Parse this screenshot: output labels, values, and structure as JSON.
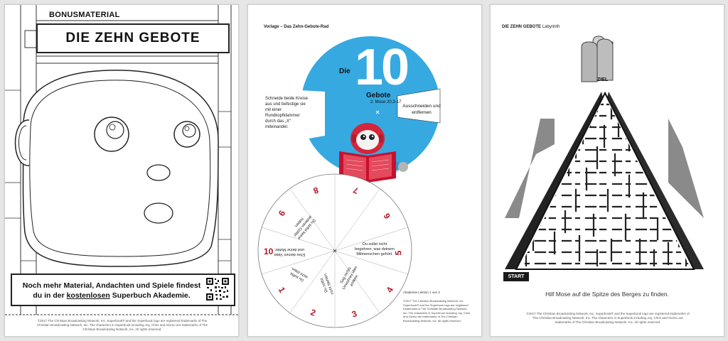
{
  "page1": {
    "label": "BONUSMATERIAL",
    "title": "DIE ZEHN GEBOTE",
    "promo_line1": "Noch mehr Material, Andachten und  Spiele findest",
    "promo_line2_pre": "du in der ",
    "promo_line2_link": "kostenlosen",
    "promo_line2_post": " Superbuch Akademie.",
    "footer": "©2017 The Christian Broadcasting Network, Inc. Superbook® and the Superbook logo are registered trademarks of The Christian Broadcasting Network, Inc. The characters in Superbook including Joy, Chris and Gizmo are trademarks of The Christian Broadcasting Network, Inc. All rights reserved."
  },
  "page2": {
    "header": "Vorlage – Das Zehn-Gebote-Rad",
    "number": "10",
    "die": "Die",
    "gebote": "Gebote",
    "verse": "2. Mose 20,3-17",
    "instruction": "Schneide beide Kreise aus und befestige sie mit einer Rundkopfklammer durch das „X“ miteinander.",
    "cut_label": "Ausschneiden und entfernen",
    "wheel_numbers": [
      "8",
      "7",
      "9",
      "6",
      "10",
      "5",
      "1",
      "4",
      "2",
      "3"
    ],
    "wheel_texts": [
      "Du sollst nicht begehren, was deinem Mitmenschen gehört.",
      "Sag nichts Unwahres über andere.",
      "Du sollst nicht stehlen.",
      "Du sollst nicht töten.",
      "Ehre deinen Vater und deine Mutter.",
      "Du sollst keine anderen Götter haben."
    ],
    "page_ref": "Akademie Lektion 1 von 3",
    "copyright": "©2017 The Christian Broadcasting Network, Inc. Superbook® and the Superbook logo are registered trademarks of The Christian Broadcasting Network, Inc. The characters in Superbook including Joy, Chris and Gizmo are trademarks of The Christian Broadcasting Network, Inc. All rights reserved."
  },
  "page3": {
    "header_bold": "DIE ZEHN GEBOTE",
    "header_rest": " Labyrinth",
    "ziel": "ZIEL",
    "start": "START",
    "caption": "Hilf Mose auf die Spitze des Berges zu finden.",
    "footer": "©2017 The Christian Broadcasting Network, Inc. Superbook® and the Superbook logo are registered trademarks of The Christian Broadcasting Network, Inc. The characters in Superbook including Joy, Chris and Gizmo are trademarks of The Christian Broadcasting Network, Inc. All rights reserved."
  },
  "colors": {
    "wheel_blue": "#36a9e1",
    "accent_red": "#b5182a",
    "stone": "#a9a9a9"
  }
}
